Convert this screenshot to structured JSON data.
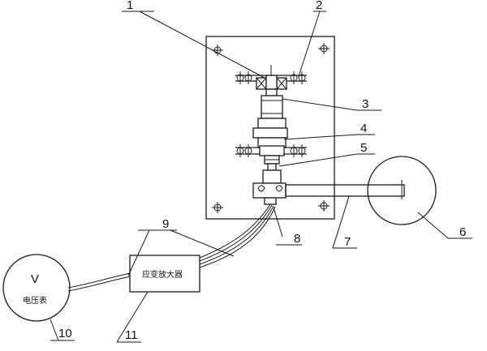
{
  "diagram": {
    "part_numbers": [
      "1",
      "2",
      "3",
      "4",
      "5",
      "6",
      "7",
      "8",
      "9",
      "10",
      "11"
    ],
    "voltmeter": {
      "symbol": "V",
      "label": "电压表"
    },
    "amplifier": {
      "label": "应变放大器"
    }
  }
}
